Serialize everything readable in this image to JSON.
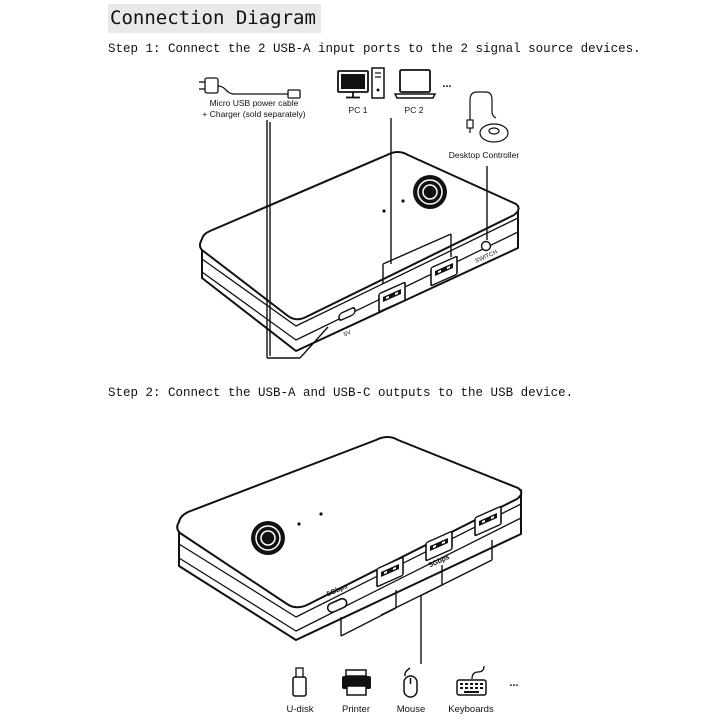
{
  "title": "Connection Diagram",
  "step1": {
    "text": "Step 1: Connect the 2 USB-A input ports to the 2 signal source devices.",
    "power_label_line1": "Micro USB power cable",
    "power_label_line2": "+ Charger (sold separately)",
    "pc1_label": "PC 1",
    "pc2_label": "PC 2",
    "more_sources": "...",
    "controller_label": "Desktop Controller",
    "switch_port_label": "SWITCH",
    "power_port_label": "5V"
  },
  "step2": {
    "text": "Step 2: Connect the USB-A and USB-C outputs to the USB device.",
    "usbc_speed_label": "5Gbps",
    "usba_speed_label": "5Gbps",
    "devices": [
      {
        "name": "U-disk",
        "icon": "usb-disk-icon"
      },
      {
        "name": "Printer",
        "icon": "printer-icon"
      },
      {
        "name": "Mouse",
        "icon": "mouse-icon"
      },
      {
        "name": "Keyboards",
        "icon": "keyboard-icon"
      }
    ],
    "more_devices": "..."
  }
}
